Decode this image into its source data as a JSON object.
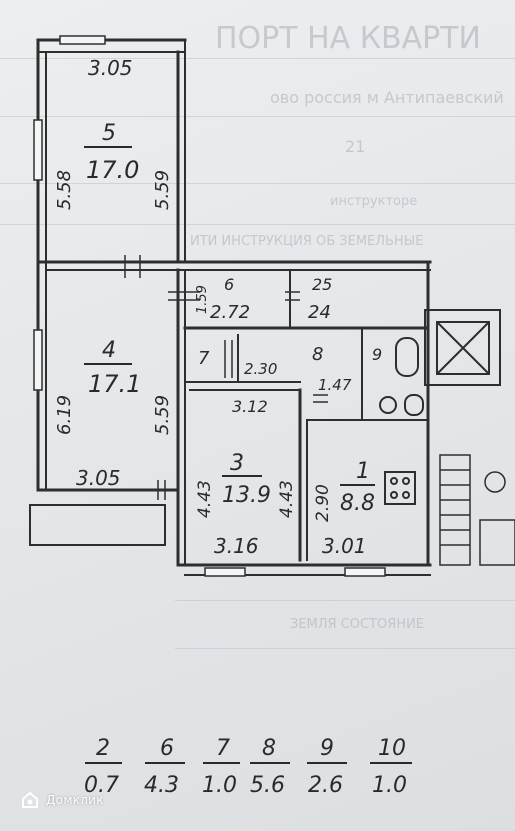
{
  "background_text": {
    "header": "ПОРТ НА КВАРТИ",
    "line2": "ово россия м Антипаевский",
    "line3": "21",
    "line4": "инструкторе",
    "line5": "ИТИ ИНСТРУКЦИЯ ОБ ЗЕМЕЛЬНЫЕ",
    "line6": "ЗЕМЛЯ СОСТОЯНИЕ"
  },
  "plan": {
    "rooms": [
      {
        "num": "5",
        "area": "17.0",
        "width": "3.05",
        "side_left": "5.58",
        "side_right": "5.59"
      },
      {
        "num": "4",
        "area": "17.1",
        "width": "3.05",
        "side_left": "6.19",
        "side_right": "5.59"
      },
      {
        "num": "3",
        "area": "13.9",
        "width": "3.16",
        "side_left": "4.43",
        "side_right": "4.43"
      },
      {
        "num": "1",
        "area": "8.8",
        "width": "3.01",
        "side_left": "2.90"
      }
    ],
    "small_labels": {
      "r6_num": "6",
      "r6_area": "2.72",
      "r6_side": "1.59",
      "r25_num": "25",
      "r25_area": "24",
      "r7_num": "7",
      "r7_dim": "2.30",
      "r8_num": "8",
      "r8_area": "1.47",
      "r8_dim": "3.12",
      "r9_num": "9"
    }
  },
  "legend": [
    {
      "room": "2",
      "area": "0.7"
    },
    {
      "room": "6",
      "area": "4.3"
    },
    {
      "room": "7",
      "area": "1.0"
    },
    {
      "room": "8",
      "area": "5.6"
    },
    {
      "room": "9",
      "area": "2.6"
    },
    {
      "room": "10",
      "area": "1.0"
    }
  ],
  "watermark": {
    "brand": "Домклик",
    "icon": "domclick-logo-icon"
  },
  "colors": {
    "ink": "#2a2a2a",
    "paper": "#e7e9eb",
    "ghost": "#a9aeb3"
  }
}
